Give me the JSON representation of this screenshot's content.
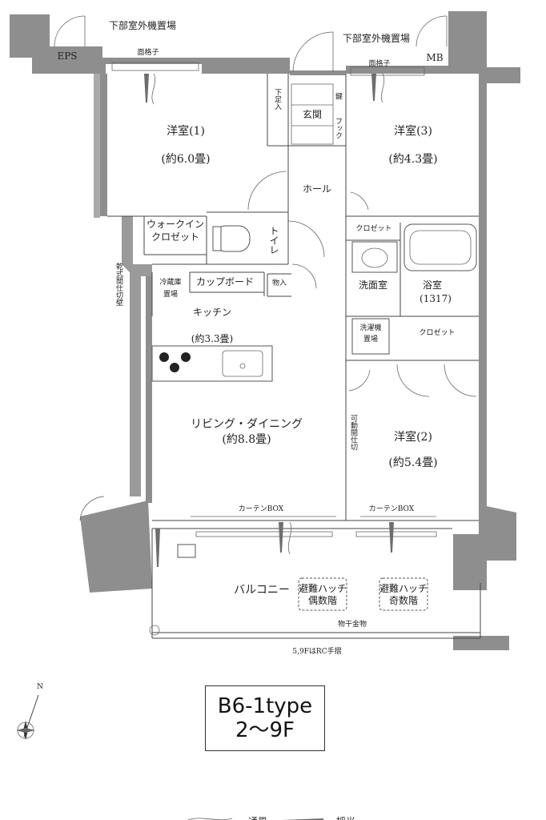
{
  "plan": {
    "type_name": "B6-1type",
    "floors": "2〜9F",
    "outdoor_unit_left": "下部室外機置場",
    "outdoor_unit_right": "下部室外機置場",
    "eps": "EPS",
    "mb": "MB",
    "lattice_left": "面格子",
    "lattice_right": "面格子",
    "rooms": {
      "western1": "洋室(1)",
      "western1_size": "(約6.0畳)",
      "western3": "洋室(3)",
      "western3_size": "(約4.3畳)",
      "western2": "洋室(2)",
      "western2_size": "(約5.4畳)",
      "entrance": "玄関",
      "hall": "ホール",
      "toilet": "トイレ",
      "walkin_line1": "ウォークイン",
      "walkin_line2": "クロゼット",
      "closet_upper": "クロゼット",
      "closet_lower": "クロゼット",
      "washroom": "洗面室",
      "bath": "浴室",
      "bath_size": "(1317)",
      "washer_line1": "洗濯機",
      "washer_line2": "置場",
      "fridge_line1": "冷蔵庫",
      "fridge_line2": "置場",
      "cupboard": "カップボード",
      "storage": "物入",
      "kitchen": "キッチン",
      "kitchen_size": "(約3.3畳)",
      "ldk": "リビング・ダイニング",
      "ldk_size": "(約8.8畳)",
      "balcony": "バルコニー"
    },
    "shoe_box": "下足入",
    "key": "鍵",
    "hook": "フック",
    "dry_partition": "乾式間仕切壁",
    "movable_partition": "可動間仕切",
    "curtain_box_left": "カーテンBOX",
    "curtain_box_right": "カーテンBOX",
    "hatch_even_line1": "避難ハッチ",
    "hatch_even_line2": "偶数階",
    "hatch_odd_line1": "避難ハッチ",
    "hatch_odd_line2": "奇数階",
    "laundry_rail": "物干金物",
    "rc_railing_note": "5,9FはRC手摺",
    "north": "N",
    "legend_ventilation": "通風",
    "legend_light": "採光"
  }
}
